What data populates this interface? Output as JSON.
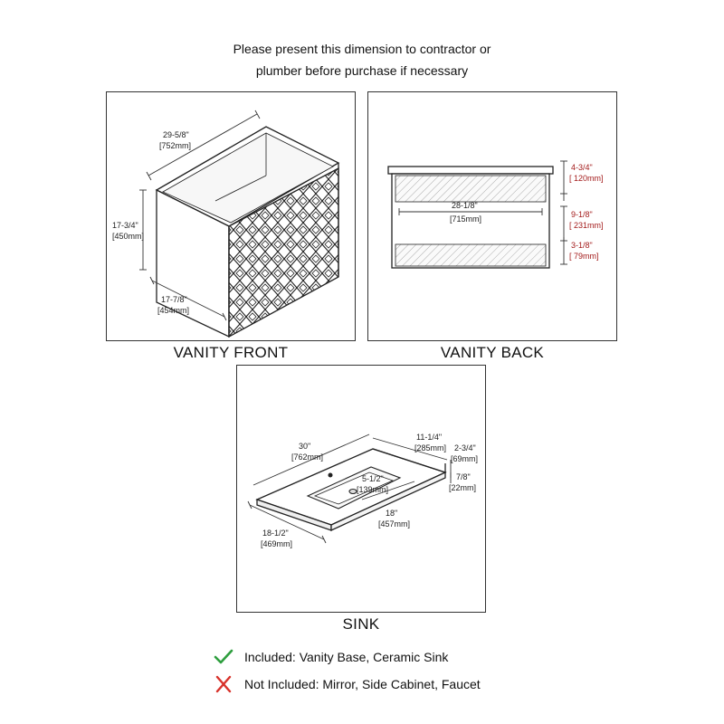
{
  "header": {
    "line1": "Please present this dimension to contractor or",
    "line2": "plumber before purchase if necessary"
  },
  "vanity_front": {
    "caption": "VANITY FRONT",
    "width_in": "29-5/8\"",
    "width_mm": "[752mm]",
    "height_in": "17-3/4\"",
    "height_mm": "[450mm]",
    "depth_in": "17-7/8\"",
    "depth_mm": "[454mm]"
  },
  "vanity_back": {
    "caption": "VANITY BACK",
    "inner_width_in": "28-1/8\"",
    "inner_width_mm": "[715mm]",
    "top_in": "4-3/4\"",
    "top_mm": "[ 120mm]",
    "mid_in": "9-1/8\"",
    "mid_mm": "[ 231mm]",
    "bottom_in": "3-1/8\"",
    "bottom_mm": "[ 79mm]"
  },
  "sink": {
    "caption": "SINK",
    "length_in": "30\"",
    "length_mm": "[762mm]",
    "back_in": "11-1/4\"",
    "back_mm": "[285mm]",
    "height_in": "2-3/4\"",
    "height_mm": "[69mm]",
    "lip_in": "7/8\"",
    "lip_mm": "[22mm]",
    "bowl_depth_in": "5-1/2\"",
    "bowl_depth_mm": "[139mm]",
    "bowl_width_in": "18\"",
    "bowl_width_mm": "[457mm]",
    "depth_in": "18-1/2\"",
    "depth_mm": "[469mm]"
  },
  "legend": {
    "included_label": "Included: Vanity Base, Ceramic Sink",
    "not_included_label": "Not Included: Mirror, Side Cabinet, Faucet",
    "included_color": "#2e9e3e",
    "not_included_color": "#d8322b",
    "included_icon": "check-icon",
    "not_included_icon": "cross-icon"
  }
}
